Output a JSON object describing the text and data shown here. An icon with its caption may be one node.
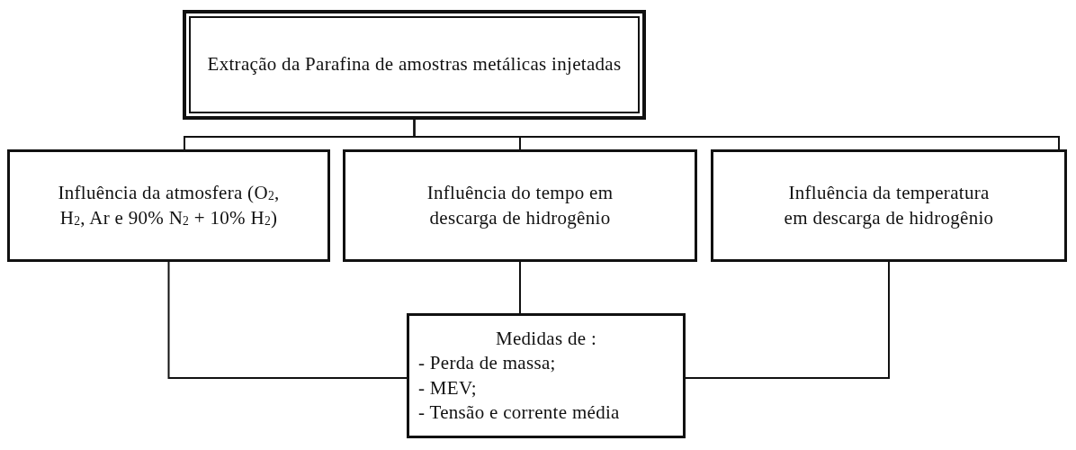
{
  "diagram": {
    "nodes": [
      {
        "text": [
          "Extração da Parafina de amostras metálicas injetadas"
        ]
      },
      {
        "text": [
          "Influência da atmosfera (O$_{2}$, H$_{2}$, Ar e 90% N$_{2}$ + 10% H$_{2}$)"
        ]
      },
      {
        "text": [
          "Influência do tempo em descarga de hidrogênio"
        ]
      },
      {
        "text": [
          "Influência da temperatura em descarga de hidrogênio"
        ]
      },
      {
        "text": [
          "Medidas de :",
          "- Perda de massa;",
          "- MEV;",
          "- Tensão e corrente média"
        ]
      }
    ],
    "edges": [
      {
        "from": 0,
        "to": 1,
        "arrow": "none"
      },
      {
        "from": 0,
        "to": 2,
        "arrow": "none"
      },
      {
        "from": 0,
        "to": 3,
        "arrow": "none"
      },
      {
        "from": 1,
        "to": 4,
        "arrow": "none"
      },
      {
        "from": 2,
        "to": 4,
        "arrow": "none"
      },
      {
        "from": 3,
        "to": 4,
        "arrow": "none"
      }
    ]
  }
}
